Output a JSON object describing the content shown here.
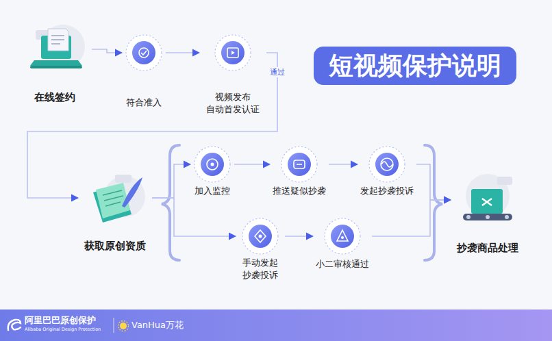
{
  "diagram": {
    "title": "短视频保护说明",
    "nodes": [
      {
        "text": [
          "在线签约"
        ]
      },
      {
        "text": [
          "符合准入"
        ]
      },
      {
        "text": [
          "视频发布 自动首发认证"
        ]
      },
      {
        "text": [
          "获取原创资质"
        ]
      },
      {
        "text": [
          "加入监控"
        ]
      },
      {
        "text": [
          "推送疑似抄袭"
        ]
      },
      {
        "text": [
          "发起抄袭投诉"
        ]
      },
      {
        "text": [
          "手动发起 抄袭投诉"
        ]
      },
      {
        "text": [
          "小二审核通过"
        ]
      },
      {
        "text": [
          "抄袭商品处理"
        ]
      }
    ],
    "edges": [
      {
        "from": 0,
        "to": 1,
        "arrow": "to"
      },
      {
        "from": 1,
        "to": 2,
        "arrow": "to"
      },
      {
        "from": 2,
        "to": 3,
        "label": "通过",
        "arrow": "to"
      },
      {
        "from": 3,
        "to": 4,
        "arrow": "to"
      },
      {
        "from": 4,
        "to": 5,
        "arrow": "to"
      },
      {
        "from": 5,
        "to": 6,
        "arrow": "to"
      },
      {
        "from": 3,
        "to": 7,
        "arrow": "to"
      },
      {
        "from": 7,
        "to": 8,
        "arrow": "to"
      },
      {
        "from": 6,
        "to": 9,
        "arrow": "to"
      },
      {
        "from": 8,
        "to": 9,
        "arrow": "to"
      }
    ],
    "labels": [
      "阿里巴巴原创保护",
      "Alibaba Original Design Protection",
      "VanHua万花"
    ]
  }
}
